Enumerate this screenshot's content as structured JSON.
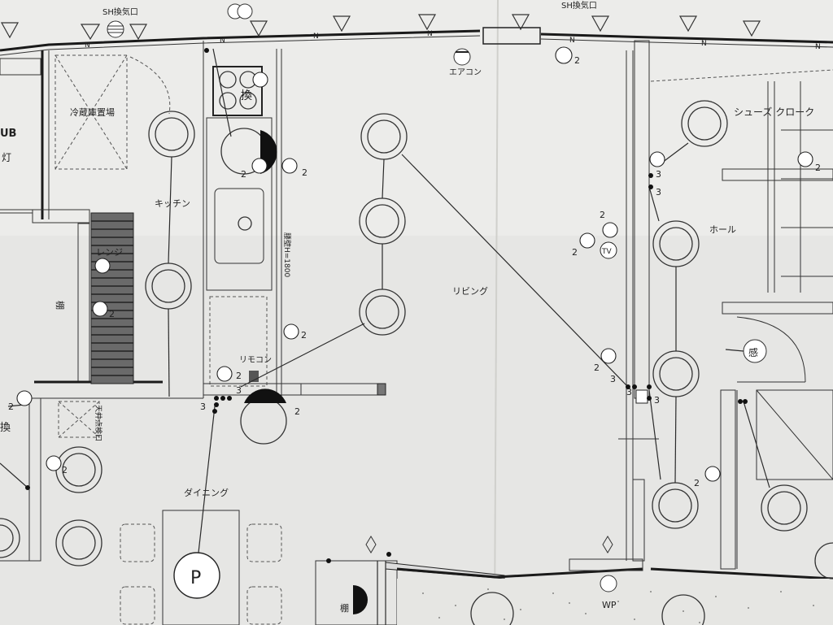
{
  "rooms": {
    "cold_storage": "冷蔵庫置場",
    "kitchen": "キッチン",
    "living": "リビング",
    "dining": "ダイニング",
    "shoe_cloak": "シューズ クローク",
    "hall": "ホール",
    "range": "レンジ",
    "shelf_a": "棚",
    "shelf_b": "棚",
    "ceiling_hatch": "天井点検口"
  },
  "labels": {
    "sh_vent_1": "SH換気口",
    "sh_vent_2": "SH換気口",
    "aircon": "エアコン",
    "remote": "リモコン",
    "counter_height": "腰壁H=1800",
    "ub": "UB",
    "light": "灯",
    "exchange_1": "換",
    "exchange_2": "換",
    "sensor": "感",
    "tv": "TV",
    "p": "P",
    "wp": "WP"
  },
  "numbers": {
    "n_2a": "2",
    "n_2b": "2",
    "n_2c": "2",
    "n_2d": "2",
    "n_2e": "2",
    "n_2f": "2",
    "n_2g": "2",
    "n_2h": "2",
    "n_2i": "2",
    "n_2j": "2",
    "n_2k": "2",
    "n_2l": "2",
    "n_2m": "2",
    "n_2n": "2",
    "n_3a": "3",
    "n_3b": "3",
    "n_3c": "3",
    "n_3d": "3",
    "n_3e": "3",
    "n_3f": "3",
    "n_3g": "3"
  },
  "window_mark": "N",
  "colors": {
    "paper": "#ececea",
    "ink": "#1a1a1a"
  }
}
